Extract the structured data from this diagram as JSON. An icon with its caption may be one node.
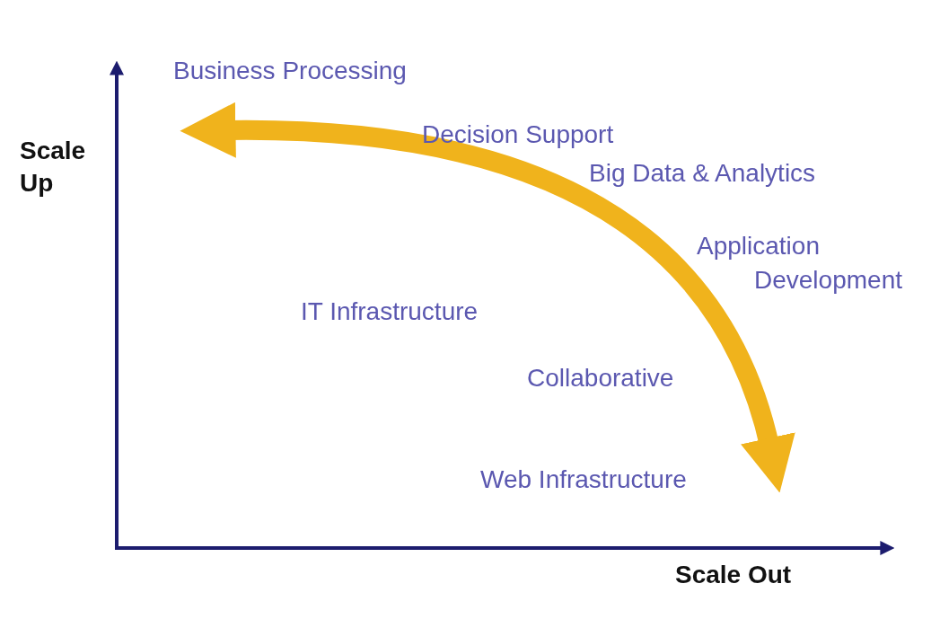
{
  "diagram": {
    "labels": [
      "Business Processing",
      "Scale Up",
      "Decision Support",
      "Big Data & Analytics",
      "Application Development",
      "IT Infrastructure",
      "Collaborative",
      "Web Infrastructure",
      "Scale Out"
    ]
  }
}
